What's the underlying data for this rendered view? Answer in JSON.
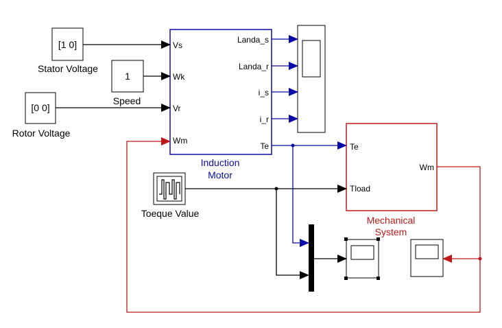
{
  "colors": {
    "signal_black": "#000000",
    "induction_blue": "#0a0aa8",
    "mechanical_red": "#c01818"
  },
  "blocks": {
    "stator_voltage": {
      "value": "[1 0]",
      "label": "Stator Voltage"
    },
    "speed": {
      "value": "1",
      "label": "Speed"
    },
    "rotor_voltage": {
      "value": "[0 0]",
      "label": "Rotor Voltage"
    },
    "induction_motor": {
      "label_line1": "Induction",
      "label_line2": "Motor",
      "inputs": [
        "Vs",
        "Wk",
        "Vr",
        "Wm"
      ],
      "outputs": [
        "Landa_s",
        "Landa_r",
        "i_s",
        "i_r",
        "Te"
      ]
    },
    "mechanical_system": {
      "label_line1": "Mechanical",
      "label_line2": "System",
      "inputs": [
        "Te",
        "Tload"
      ],
      "outputs": [
        "Wm"
      ]
    },
    "torque_source": {
      "label": "Toeque Value",
      "icon": "pulse-generator-icon"
    },
    "scope_main": {
      "icon": "scope-icon"
    },
    "scope_te_tload": {
      "icon": "scope-icon"
    },
    "scope_speed": {
      "icon": "scope-icon"
    },
    "mux": {
      "icon": "mux-bar"
    }
  }
}
